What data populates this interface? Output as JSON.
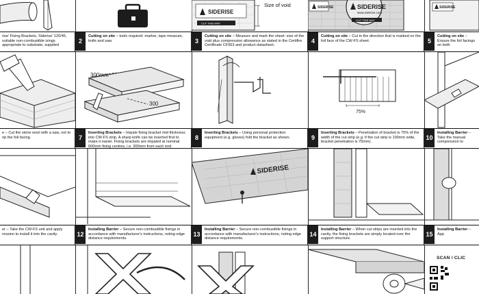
{
  "steps": [
    {
      "num": "",
      "title": "",
      "text": "rise' Fixing Brackets, Siderise' 120/45, suitable non-combustible ixings appropriate to substrate, supplied"
    },
    {
      "num": "2",
      "title": "Cutting on site",
      "text": " – tools required: marker, tape measure, knife and saw."
    },
    {
      "num": "3",
      "title": "Cutting on site",
      "text": " – Measure and mark the sheet: size of the void plus compression allowance as stated in the Certifire Certificate CF563 and product datasheet."
    },
    {
      "num": "4",
      "title": "Cutting on site",
      "text": " – Cut in the direction that is marked on the foil face of the CW-FS sheet."
    },
    {
      "num": "5",
      "title": "Cutting on site",
      "text": " – Ensure the foil facings on both"
    },
    {
      "num": "",
      "title": "",
      "text": "e – Cut the stone wool with a saw, not to rip the foil facing."
    },
    {
      "num": "7",
      "title": "Inserting Brackets",
      "text": " – Impale fixing bracket mid thickness into CW-FS strip. A sharp knife can be inserted first to make it easier. Fixing brackets are impaled at nominal 600mm fixing centres, i.e. 300mm from each end."
    },
    {
      "num": "8",
      "title": "Inserting Brackets",
      "text": " – Using personal protection equipment (e.g. gloves) fold the bracket as shown."
    },
    {
      "num": "9",
      "title": "Inserting Brackets",
      "text": " – Penetration of bracket is 75% of the width of the cut strip (e.g. if the cut strip is 100mm wide, bracket penetration is 75mm)."
    },
    {
      "num": "10",
      "title": "Installing Barrier",
      "text": " – Take the manual compression to"
    },
    {
      "num": "",
      "title": "",
      "text": "er – Take the CW-FS unit and apply ression to install it into the cavity."
    },
    {
      "num": "12",
      "title": "Installing Barrier",
      "text": " – Secure non-combustible fixings in accordance with manufacturer's instructions, noting edge distance requirements."
    },
    {
      "num": "13",
      "title": "Installing Barrier",
      "text": " – Secure non-combustible fixings in accordance with manufacturer's instructions, noting edge distance requirements."
    },
    {
      "num": "14",
      "title": "Installing Barrier",
      "text": " – When cut strips are inserted into the cavity, the fixing brackets are simply located over the support structure."
    },
    {
      "num": "15",
      "title": "Installing Barrier",
      "text": " – App"
    }
  ],
  "labels": {
    "size_of_void": "Size of void",
    "brand": "SIDERISE",
    "brand_url": "www.siderise.com",
    "cut_this_way": "CUT THIS WAY",
    "dim_300mm": "300mm",
    "dim_300": "300",
    "percent_75": "75%",
    "scan": "SCAN / CLIC"
  }
}
